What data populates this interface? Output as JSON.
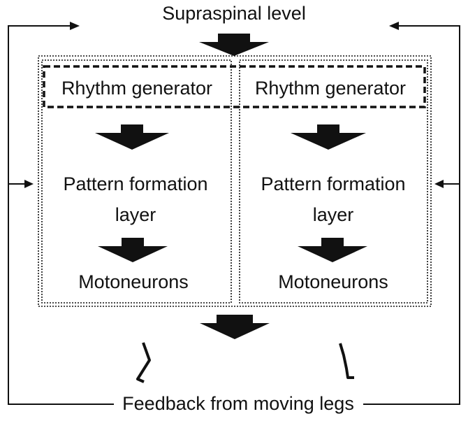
{
  "diagram": {
    "top_label": "Supraspinal level",
    "bottom_label": "Feedback from moving legs",
    "columns": [
      {
        "rhythm_generator": "Rhythm generator",
        "pattern_line1": "Pattern formation",
        "pattern_line2": "layer",
        "motoneurons": "Motoneurons"
      },
      {
        "rhythm_generator": "Rhythm generator",
        "pattern_line1": "Pattern formation",
        "pattern_line2": "layer",
        "motoneurons": "Motoneurons"
      }
    ]
  },
  "colors": {
    "ink": "#111111",
    "background": "#ffffff"
  }
}
